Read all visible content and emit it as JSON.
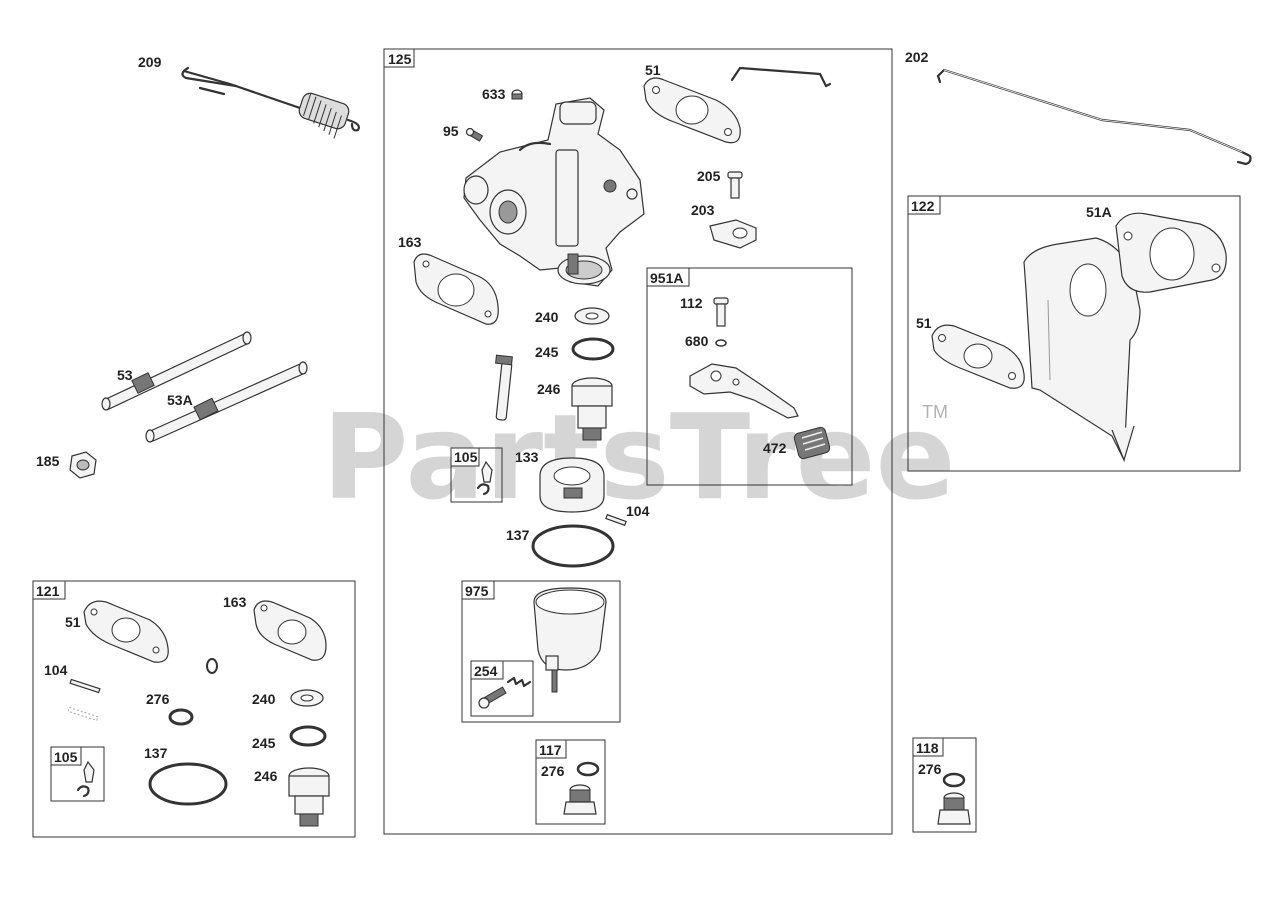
{
  "watermark": {
    "text": "PartsTree",
    "trademark": "TM"
  },
  "groups": {
    "g125": "125",
    "g951A": "951A",
    "g105a": "105",
    "g975": "975",
    "g254": "254",
    "g117": "117",
    "g121": "121",
    "g105b": "105",
    "g122": "122",
    "g118": "118"
  },
  "callouts": {
    "c209": "209",
    "c53": "53",
    "c53A": "53A",
    "c185": "185",
    "c633": "633",
    "c95": "95",
    "c163": "163",
    "c240": "240",
    "c245": "245",
    "c246": "246",
    "c133": "133",
    "c104": "104",
    "c137": "137",
    "c51": "51",
    "c205": "205",
    "c203": "203",
    "c112": "112",
    "c680": "680",
    "c472": "472",
    "c202": "202",
    "c51A_122": "51A",
    "c51_122": "51",
    "c51_121": "51",
    "c163_121": "163",
    "c104_121": "104",
    "c276_121": "276",
    "c240_121": "240",
    "c245_121": "245",
    "c137_121": "137",
    "c246_121": "246",
    "c276_117": "276",
    "c276_118": "276"
  }
}
